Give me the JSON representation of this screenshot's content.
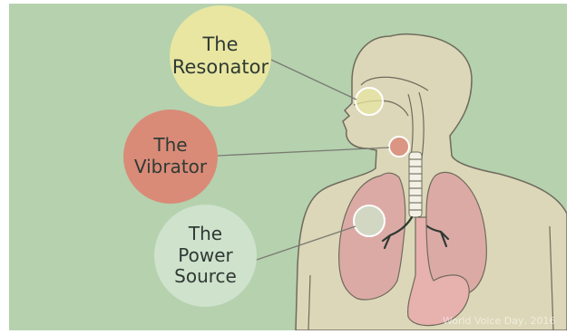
{
  "diagram": {
    "labels": {
      "resonator": [
        "The",
        "Resonator"
      ],
      "vibrator": [
        "The",
        "Vibrator"
      ],
      "power_source": [
        "The",
        "Power",
        "Source"
      ]
    },
    "credit": "World Voice Day, 2016"
  },
  "colors": {
    "background": "#b5d1ae",
    "body": "#dcd7b8",
    "outline": "#6f6b5d",
    "lungs": "#dcaaa5",
    "stomach": "#e7b1ae",
    "resonator_bubble": "#e8e6a1",
    "vibrator_bubble": "#d98b78",
    "power_bubble": "#cfe2cc"
  },
  "icons": [
    "human-torso-figure"
  ]
}
